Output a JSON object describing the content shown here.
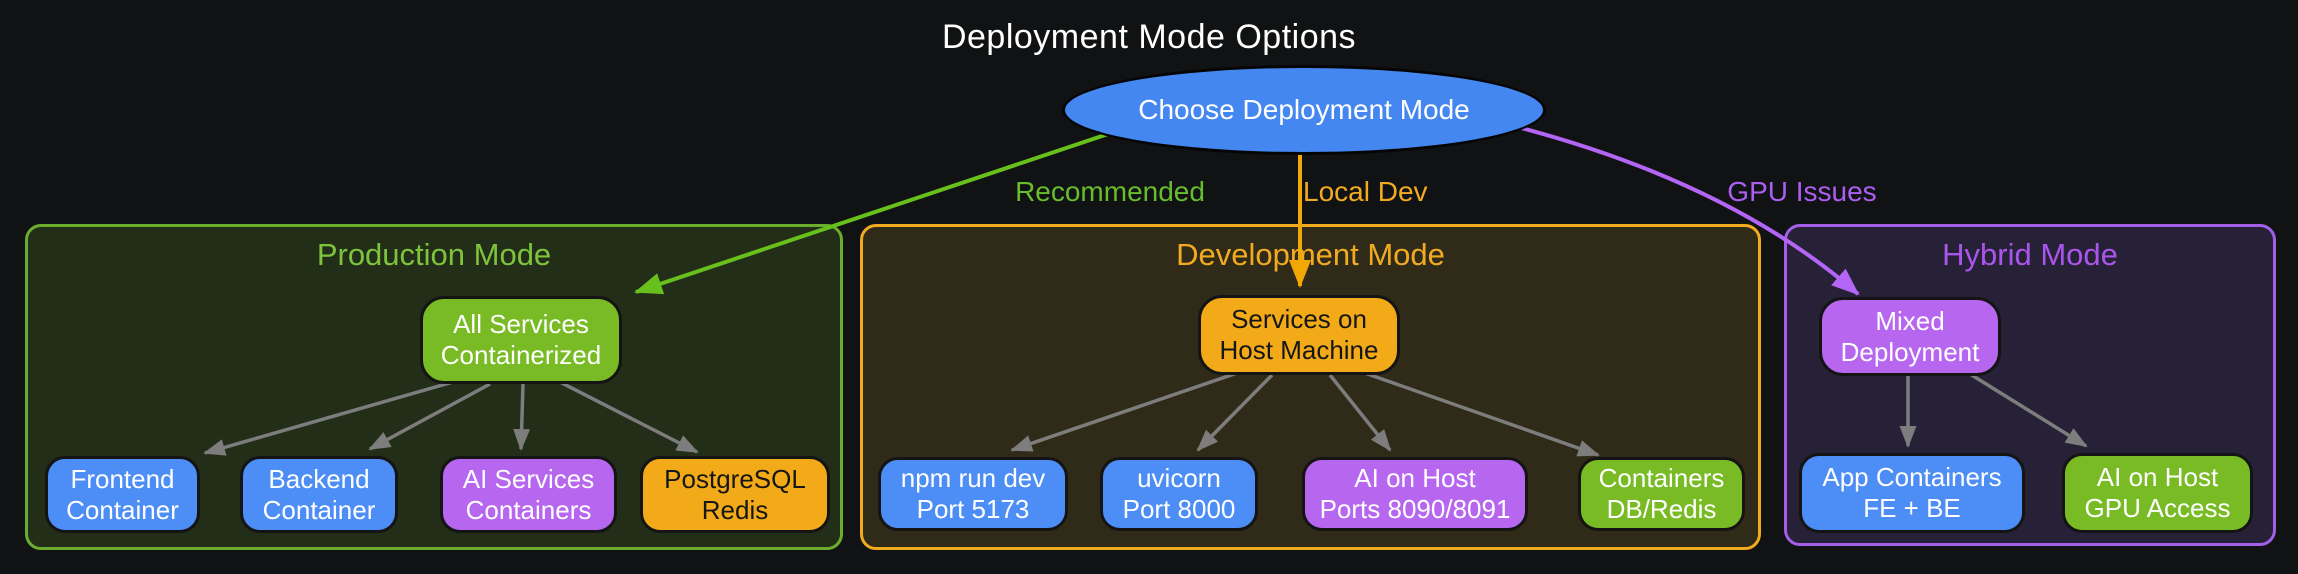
{
  "title": "Deployment Mode Options",
  "root": {
    "label": "Choose Deployment Mode"
  },
  "edges": {
    "recommended": {
      "label": "Recommended",
      "color": "#68bd2c"
    },
    "local_dev": {
      "label": "Local Dev",
      "color": "#f2ab20"
    },
    "gpu_issues": {
      "label": "GPU Issues",
      "color": "#ab5ff2"
    }
  },
  "sections": [
    {
      "title": "Production Mode",
      "parent": {
        "label": [
          "All Services",
          "Containerized"
        ],
        "color": "green"
      },
      "children": [
        {
          "label": [
            "Frontend",
            "Container"
          ],
          "color": "blue"
        },
        {
          "label": [
            "Backend",
            "Container"
          ],
          "color": "blue"
        },
        {
          "label": [
            "AI Services",
            "Containers"
          ],
          "color": "purple"
        },
        {
          "label": [
            "PostgreSQL",
            "Redis"
          ],
          "color": "gold"
        }
      ]
    },
    {
      "title": "Development Mode",
      "parent": {
        "label": [
          "Services on",
          "Host Machine"
        ],
        "color": "gold"
      },
      "children": [
        {
          "label": [
            "npm run dev",
            "Port 5173"
          ],
          "color": "blue"
        },
        {
          "label": [
            "uvicorn",
            "Port 8000"
          ],
          "color": "blue"
        },
        {
          "label": [
            "AI on Host",
            "Ports 8090/8091"
          ],
          "color": "purple"
        },
        {
          "label": [
            "Containers",
            "DB/Redis"
          ],
          "color": "green"
        }
      ]
    },
    {
      "title": "Hybrid Mode",
      "parent": {
        "label": [
          "Mixed",
          "Deployment"
        ],
        "color": "purple"
      },
      "children": [
        {
          "label": [
            "App Containers",
            "FE + BE"
          ],
          "color": "blue"
        },
        {
          "label": [
            "AI on Host",
            "GPU Access"
          ],
          "color": "green"
        }
      ]
    }
  ],
  "colors": {
    "background": "#111213",
    "title_text": "#ffffff",
    "root_fill": "#4487f0",
    "node_blue": "#4d8df6",
    "node_green": "#79bb24",
    "node_purple": "#b767ef",
    "node_gold": "#f3aa18",
    "node_stroke": "#141414",
    "edge_green": "#68c01c",
    "edge_orange": "#f2a802",
    "edge_purple": "#b365f5",
    "edge_gray": "#7d7d7d",
    "edge_green_label": "#68bd2c",
    "edge_orange_label": "#f2ab20",
    "edge_purple_label": "#ab5ff2",
    "production_border": "#6bad2d",
    "production_bg": "#222e18",
    "production_title": "#7ec33c",
    "development_border": "#f0ab1e",
    "development_bg": "#302b18",
    "development_title": "#f2ab20",
    "hybrid_border": "#a35fe8",
    "hybrid_bg": "#262136",
    "hybrid_title": "#aa55ec"
  }
}
